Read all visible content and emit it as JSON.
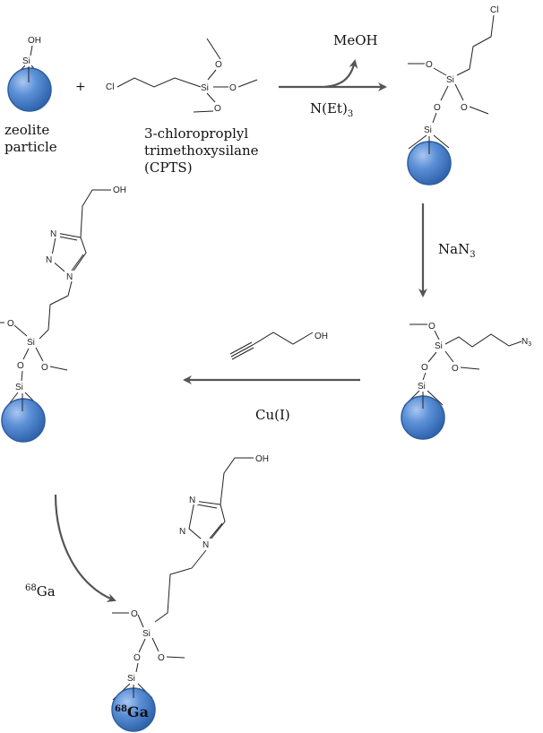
{
  "reactant": {
    "particle_label_line1": "zeolite",
    "particle_label_line2": "particle",
    "plus": "+",
    "silane_name_line1": "3-chloroproplyl",
    "silane_name_line2": "trimethoxysilane",
    "silane_name_line3": "(CPTS)"
  },
  "step1": {
    "byproduct": "MeOH",
    "reagent_base": "N(Et)",
    "reagent_sub": "3"
  },
  "step2": {
    "reagent_base": "NaN",
    "reagent_sub": "3"
  },
  "step3": {
    "reagent": "Cu(I)"
  },
  "step4": {
    "reagent_sup": "68",
    "reagent_base": "Ga"
  },
  "labelled_particle": {
    "sup": "68",
    "base": "Ga"
  },
  "atoms": {
    "oh": "OH",
    "si": "Si",
    "o": "O",
    "cl": "Cl",
    "n": "N",
    "n3": "N",
    "n3_sub": "3"
  },
  "colors": {
    "particle_fill": "#5b8fd6",
    "particle_stroke": "#2e5e9e",
    "arrow": "#555555"
  }
}
